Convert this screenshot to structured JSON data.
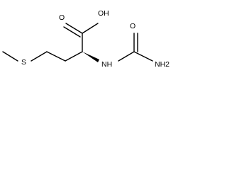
{
  "molecule": {
    "atoms": {
      "oh": "OH",
      "carbonyl_o_left": "O",
      "carbonyl_o_right": "O",
      "s": "S",
      "nh": "NH",
      "nh2": "NH2"
    }
  }
}
